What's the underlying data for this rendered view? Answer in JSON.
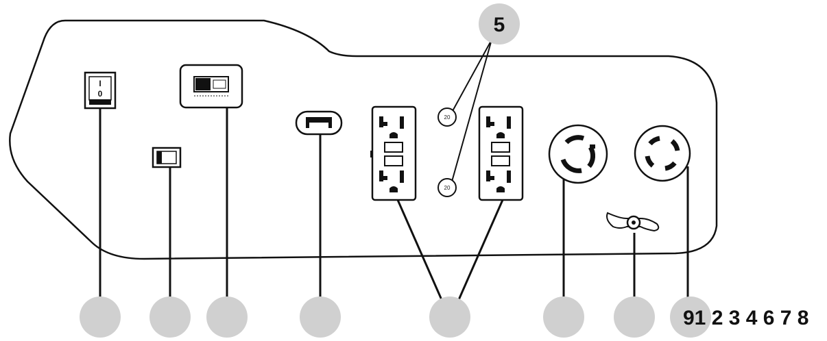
{
  "diagram": {
    "callout_top_label": "5",
    "bottom_numbers_text": "91 2 3 4 6 7 8",
    "switch_on_mark": "I",
    "switch_off_mark": "0",
    "breaker_label": "20",
    "colors": {
      "callout_circle": "#d0d0d0",
      "outline": "#111111",
      "background": "#ffffff"
    }
  },
  "icons": [
    "rocker-switch-icon",
    "small-switch-icon",
    "toggle-switch-icon",
    "usb-port-icon",
    "gfci-outlet-icon",
    "circuit-breaker-icon",
    "twist-lock-outlet-icon",
    "wing-nut-icon"
  ]
}
